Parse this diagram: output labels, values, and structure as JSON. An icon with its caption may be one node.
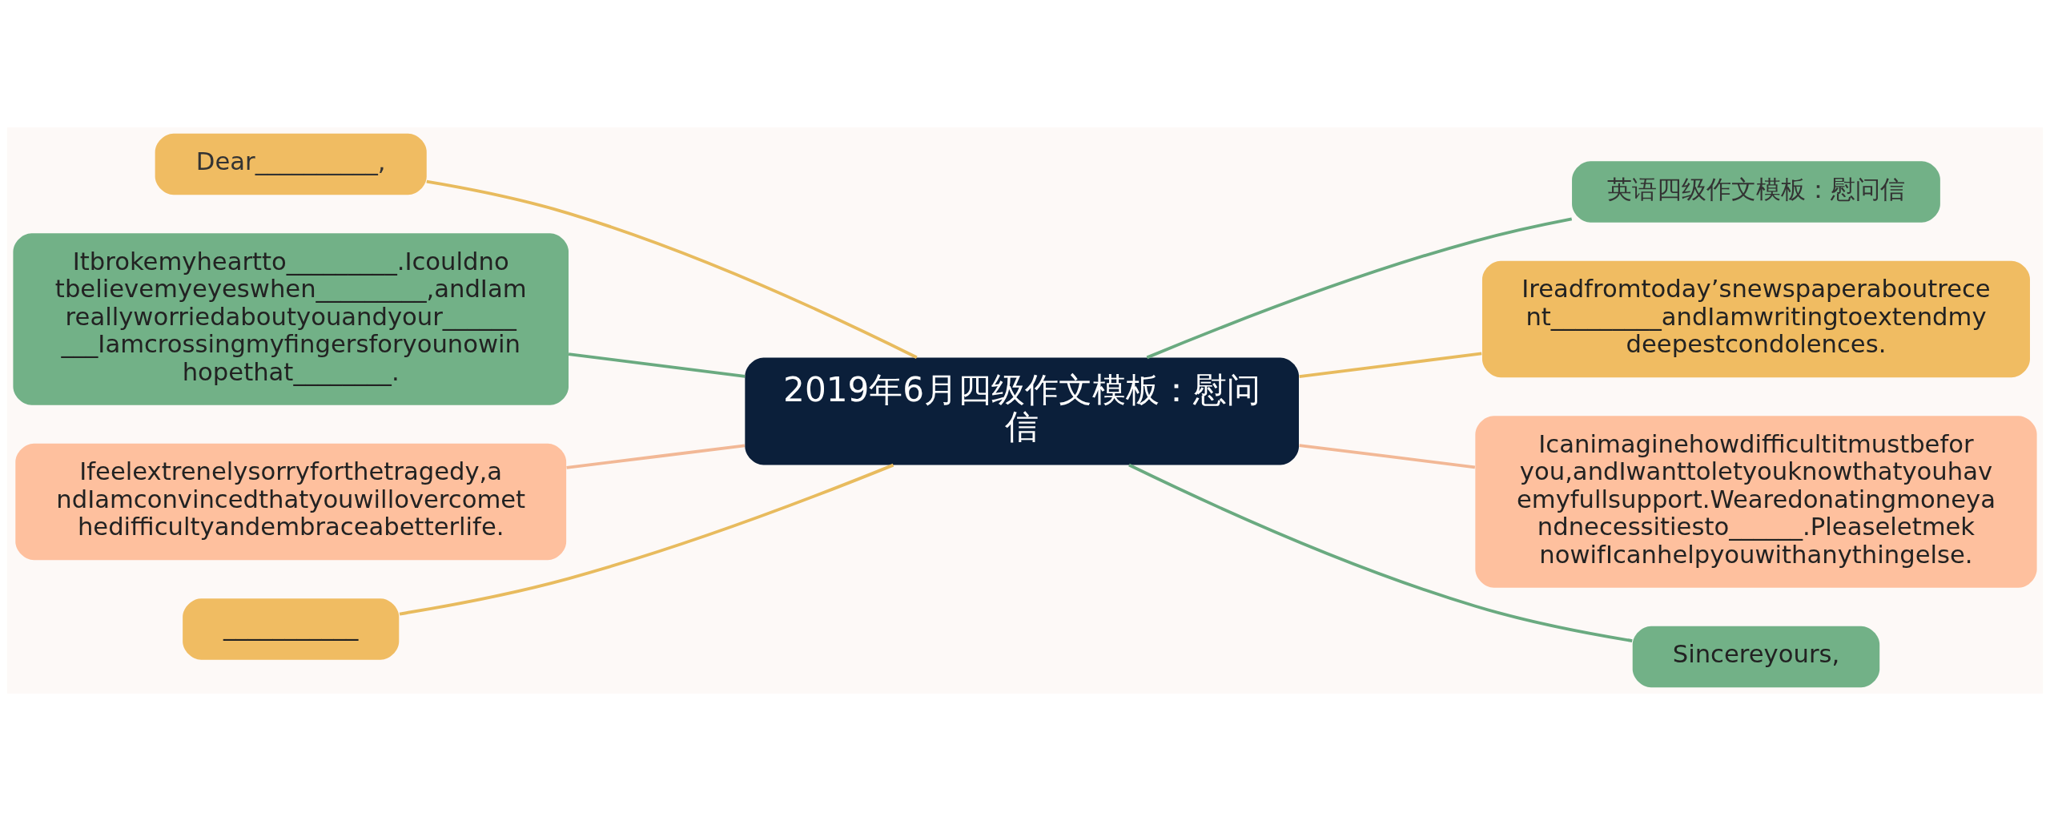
{
  "diagram": {
    "nodes": [
      {
        "text": [
          "2019年6月四级作文模板：慰问信"
        ]
      },
      {
        "text": [
          "Dear__________,"
        ]
      },
      {
        "text": [
          "Itbrokemyheartto_________.Icouldnotbelievemyeyeswhen_________,andIamreallyworriedaboutyouandyour_________Iamcrossingmyfingersforyounowinhopethat________."
        ]
      },
      {
        "text": [
          "Ifeelextrenelysorryforthetragedy,andIamconvincedthatyouwillovercomethedifficultyandembraceabetterlife."
        ]
      },
      {
        "text": [
          "___________"
        ]
      },
      {
        "text": [
          "英语四级作文模板：慰问信"
        ]
      },
      {
        "text": [
          "Ireadfromtoday’snewspaperaboutrecent_________andIamwritingtoextendmydeepestcondolences."
        ]
      },
      {
        "text": [
          "Icanimaginehowdifficultitmustbeforyou,andIwanttoletyouknowthatyouhavemyfullsupport.Wearedonatingmoneyandnecessitiesto______.PleaseletmeknowifIcanhelpyouwithanythingelse."
        ]
      },
      {
        "text": [
          "Sincereyours,"
        ]
      }
    ],
    "edges": [
      {
        "from": 0,
        "to": 1,
        "arrow": "none",
        "color": "#e8bb5e"
      },
      {
        "from": 0,
        "to": 2,
        "arrow": "none",
        "color": "#6aaa80"
      },
      {
        "from": 0,
        "to": 3,
        "arrow": "none",
        "color": "#f2b896"
      },
      {
        "from": 0,
        "to": 4,
        "arrow": "none",
        "color": "#e8bb5e"
      },
      {
        "from": 0,
        "to": 5,
        "arrow": "none",
        "color": "#6aaa80"
      },
      {
        "from": 0,
        "to": 6,
        "arrow": "none",
        "color": "#e8bb5e"
      },
      {
        "from": 0,
        "to": 7,
        "arrow": "none",
        "color": "#f2b896"
      },
      {
        "from": 0,
        "to": 8,
        "arrow": "none",
        "color": "#6aaa80"
      }
    ]
  }
}
